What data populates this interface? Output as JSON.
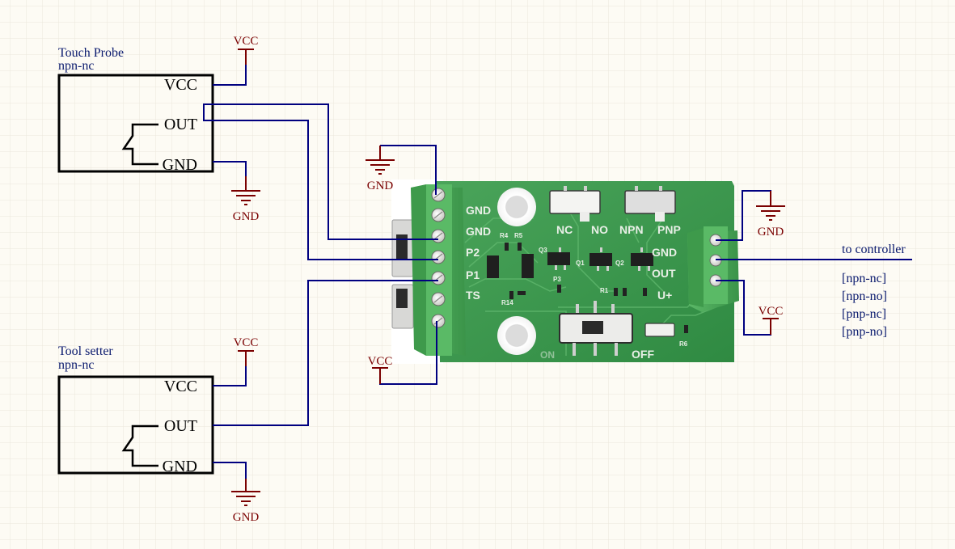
{
  "colors": {
    "background": "#fdfbf4",
    "grid": "#ece9df",
    "wire": "#000080",
    "power": "#7a0000",
    "label_blue": "#0a1a6e",
    "component": "#000000",
    "pcb_green": "#3f9a4f",
    "terminal_green": "#4ea85a"
  },
  "touch_probe": {
    "title": "Touch Probe",
    "type": "npn-nc",
    "pins": {
      "vcc": "VCC",
      "out": "OUT",
      "gnd": "GND"
    }
  },
  "tool_setter": {
    "title": "Tool setter",
    "type": "npn-nc",
    "pins": {
      "vcc": "VCC",
      "out": "OUT",
      "gnd": "GND"
    }
  },
  "power": {
    "vcc": "VCC",
    "gnd": "GND"
  },
  "board": {
    "left_terminal_labels": [
      "GND",
      "GND",
      "P2",
      "P1",
      "TS"
    ],
    "switch_labels": [
      "NC",
      "NO",
      "NPN",
      "PNP"
    ],
    "right_terminal_labels": [
      "GND",
      "OUT",
      "U+"
    ],
    "component_refs": [
      "R4",
      "R5",
      "Q3",
      "Q1",
      "Q2",
      "P3",
      "R1",
      "R6",
      "R14"
    ],
    "power_switch": {
      "off_label": "OFF",
      "on_label": "ON"
    }
  },
  "output": {
    "label": "to controller",
    "modes": [
      "[npn-nc]",
      "[npn-no]",
      "[pnp-nc]",
      "[pnp-no]"
    ]
  }
}
